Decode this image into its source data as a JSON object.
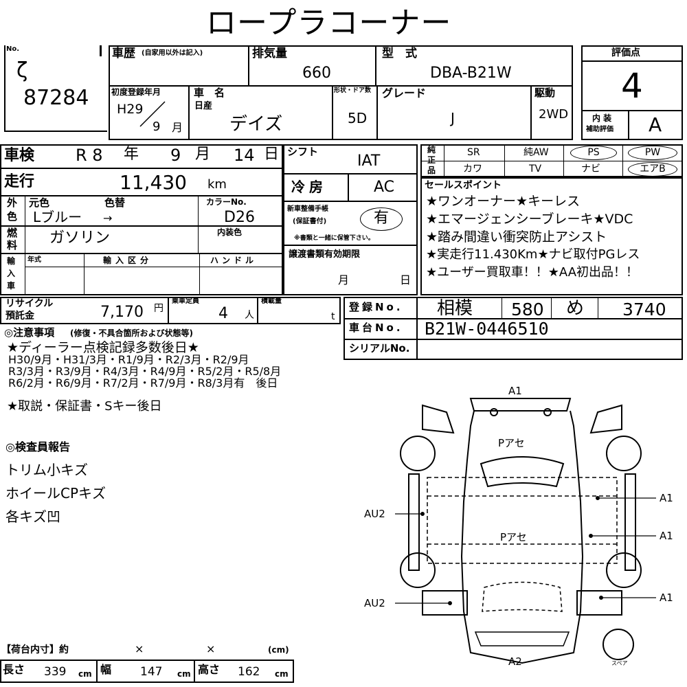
{
  "title": "ロープラコーナー",
  "lot": {
    "label": "No.",
    "mark": "ζ",
    "number": "87284"
  },
  "vehicle": {
    "history_label": "車歴",
    "history_note": "(自家用以外は記入)",
    "displacement_label": "排気量",
    "displacement": "660",
    "model_label": "型　式",
    "model": "DBA-B21W",
    "first_reg_label": "初度登録年月",
    "first_reg_year": "H29",
    "first_reg_month": "9",
    "first_reg_month_unit": "月",
    "name_label": "車　名",
    "maker": "日産",
    "name": "デイズ",
    "doors_label": "形状・ドア数",
    "doors": "5D",
    "grade_label": "グレード",
    "grade": "J",
    "drive_label": "駆動",
    "drive": "2WD"
  },
  "score": {
    "label": "評価点",
    "value": "4",
    "interior_label_1": "内 装",
    "interior_label_2": "補助評価",
    "interior": "A"
  },
  "inspection": {
    "label": "車検",
    "era": "R 8",
    "year_unit": "年",
    "month": "9",
    "month_unit": "月",
    "day": "14",
    "day_unit": "日"
  },
  "mileage": {
    "label": "走行",
    "value": "11,430",
    "unit": "km"
  },
  "color": {
    "side_1": "外",
    "side_2": "色",
    "original_label": "元色",
    "changed_label": "色替",
    "original": "Lブルー",
    "arrow": "→",
    "code_label": "カラーNo.",
    "code": "D26"
  },
  "fuel": {
    "side_1": "燃",
    "side_2": "料",
    "value": "ガソリン",
    "interior_color_label": "内装色"
  },
  "import": {
    "side": [
      "輸",
      "入",
      "車"
    ],
    "year_label": "年式",
    "category_label": "輸入区分",
    "handle_label": "ハンドル"
  },
  "shift": {
    "label": "シフト",
    "value": "IAT"
  },
  "aircon": {
    "label": "冷房",
    "value": "AC"
  },
  "manual": {
    "label_1": "新車整備手帳",
    "label_2": "(保証書付)",
    "value": "有",
    "note": "※書類と一緒に保管下さい。"
  },
  "transfer": {
    "label": "譲渡書類有効期限",
    "month_unit": "月",
    "day_unit": "日"
  },
  "equipment": {
    "side": [
      "純",
      "正",
      "品"
    ],
    "row1": [
      "SR",
      "純AW",
      "PS",
      "PW"
    ],
    "row2": [
      "カワ",
      "TV",
      "ナビ",
      "エアB"
    ]
  },
  "sales_points": {
    "label": "セールスポイント",
    "lines": [
      "★ワンオーナー★キーレス",
      "★エマージェンシーブレーキ★VDC",
      "★踏み間違い衝突防止アシスト",
      "★実走行11.430Km★ナビ取付PGレス",
      "★ユーザー買取車！！★AA初出品！！"
    ]
  },
  "recycle": {
    "label_1": "リサイクル",
    "label_2": "預託金",
    "value": "7,170",
    "unit": "円",
    "capacity_label": "乗車定員",
    "capacity": "4",
    "capacity_unit": "人",
    "load_label": "積載量",
    "load_unit": "t"
  },
  "registration": {
    "plate_label": "登録No.",
    "plate_region": "相模",
    "plate_class": "580",
    "plate_kana": "め",
    "plate_number": "3740",
    "chassis_label": "車台No.",
    "chassis": "B21W-0446510",
    "serial_label": "シリアルNo."
  },
  "notes": {
    "label": "◎注意事項",
    "label_sub": "(修復・不具合箇所および状態等)",
    "lines": [
      "★ディーラー点検記録多数後日★",
      "H30/9月・H31/3月・R1/9月・R2/3月・R2/9月",
      "R3/3月・R3/9月・R4/3月・R4/9月・R5/2月・R5/8月",
      "R6/2月・R6/9月・R7/2月・R7/9月・R8/3月有　後日"
    ],
    "extra": "★取説・保証書・Sキー後日"
  },
  "report": {
    "label": "◎検査員報告",
    "lines": [
      "トリム小キズ",
      "ホイールCPキズ",
      "各キズ凹"
    ]
  },
  "diagram": {
    "front": "A1",
    "rear": "A2",
    "hood": "Pアセ",
    "roof": "Pアセ",
    "left_upper": "AU2",
    "left_lower": "AU2",
    "right_1": "A1",
    "right_2": "A1",
    "right_3": "A1",
    "spare": "スペア"
  },
  "cargo": {
    "label": "【荷台内寸】約",
    "times": "×",
    "unit_paren": "(cm)",
    "length_label": "長さ",
    "length": "339",
    "width_label": "幅",
    "width": "147",
    "height_label": "高さ",
    "height": "162",
    "unit": "cm"
  }
}
